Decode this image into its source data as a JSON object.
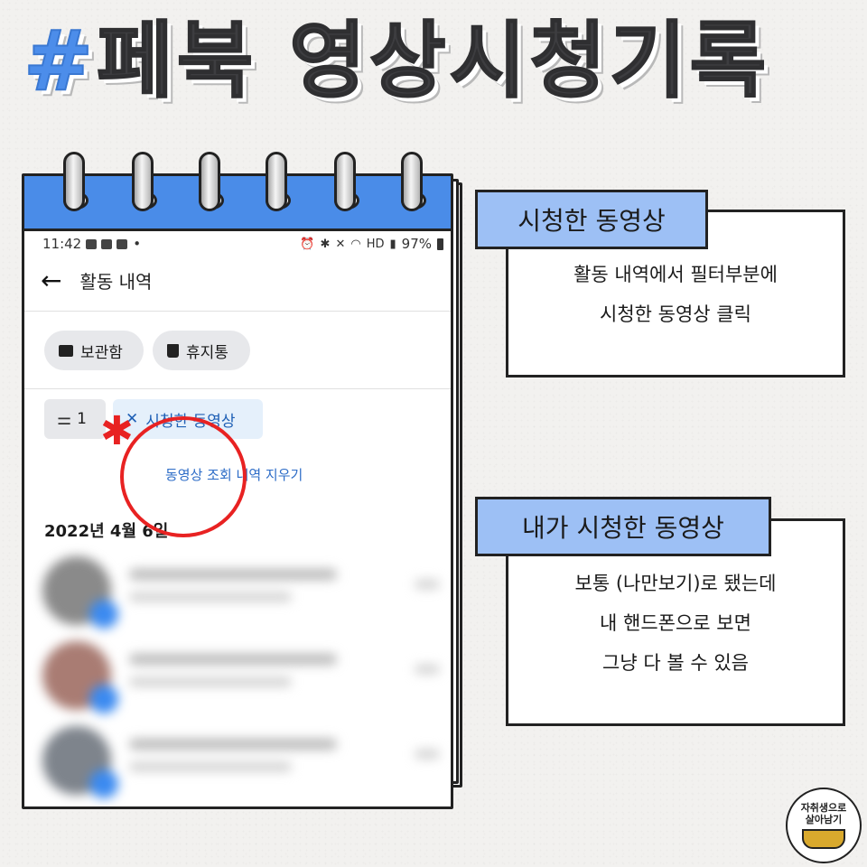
{
  "headline": {
    "hash": "#",
    "text": "페북 영상시청기록"
  },
  "status_bar": {
    "time": "11:42",
    "battery": "97%",
    "hd": "HD"
  },
  "header": {
    "title": "활동 내역"
  },
  "chips": {
    "archive": "보관함",
    "trash": "휴지통"
  },
  "filter": {
    "count": "1",
    "active_label": "시청한 동영상",
    "clear_label": "동영상 조회 내역 지우기"
  },
  "list": {
    "date": "2022년 4월 6일"
  },
  "callouts": {
    "first": {
      "tag": "시청한 동영상",
      "lines": [
        "활동 내역에서 필터부분에",
        "시청한 동영상 클릭"
      ]
    },
    "second": {
      "tag": "내가 시청한 동영상",
      "lines": [
        "보통 (나만보기)로 됐는데",
        "내 핸드폰으로 보면",
        "그냥 다 볼 수 있음"
      ]
    }
  },
  "logo": {
    "line1": "자취생으로",
    "line2": "살아남기"
  },
  "colors": {
    "notebook_blue": "#4a8ce8",
    "tag_blue": "#9dc0f5",
    "accent_red": "#e82222",
    "link_blue": "#2d6cc7"
  }
}
